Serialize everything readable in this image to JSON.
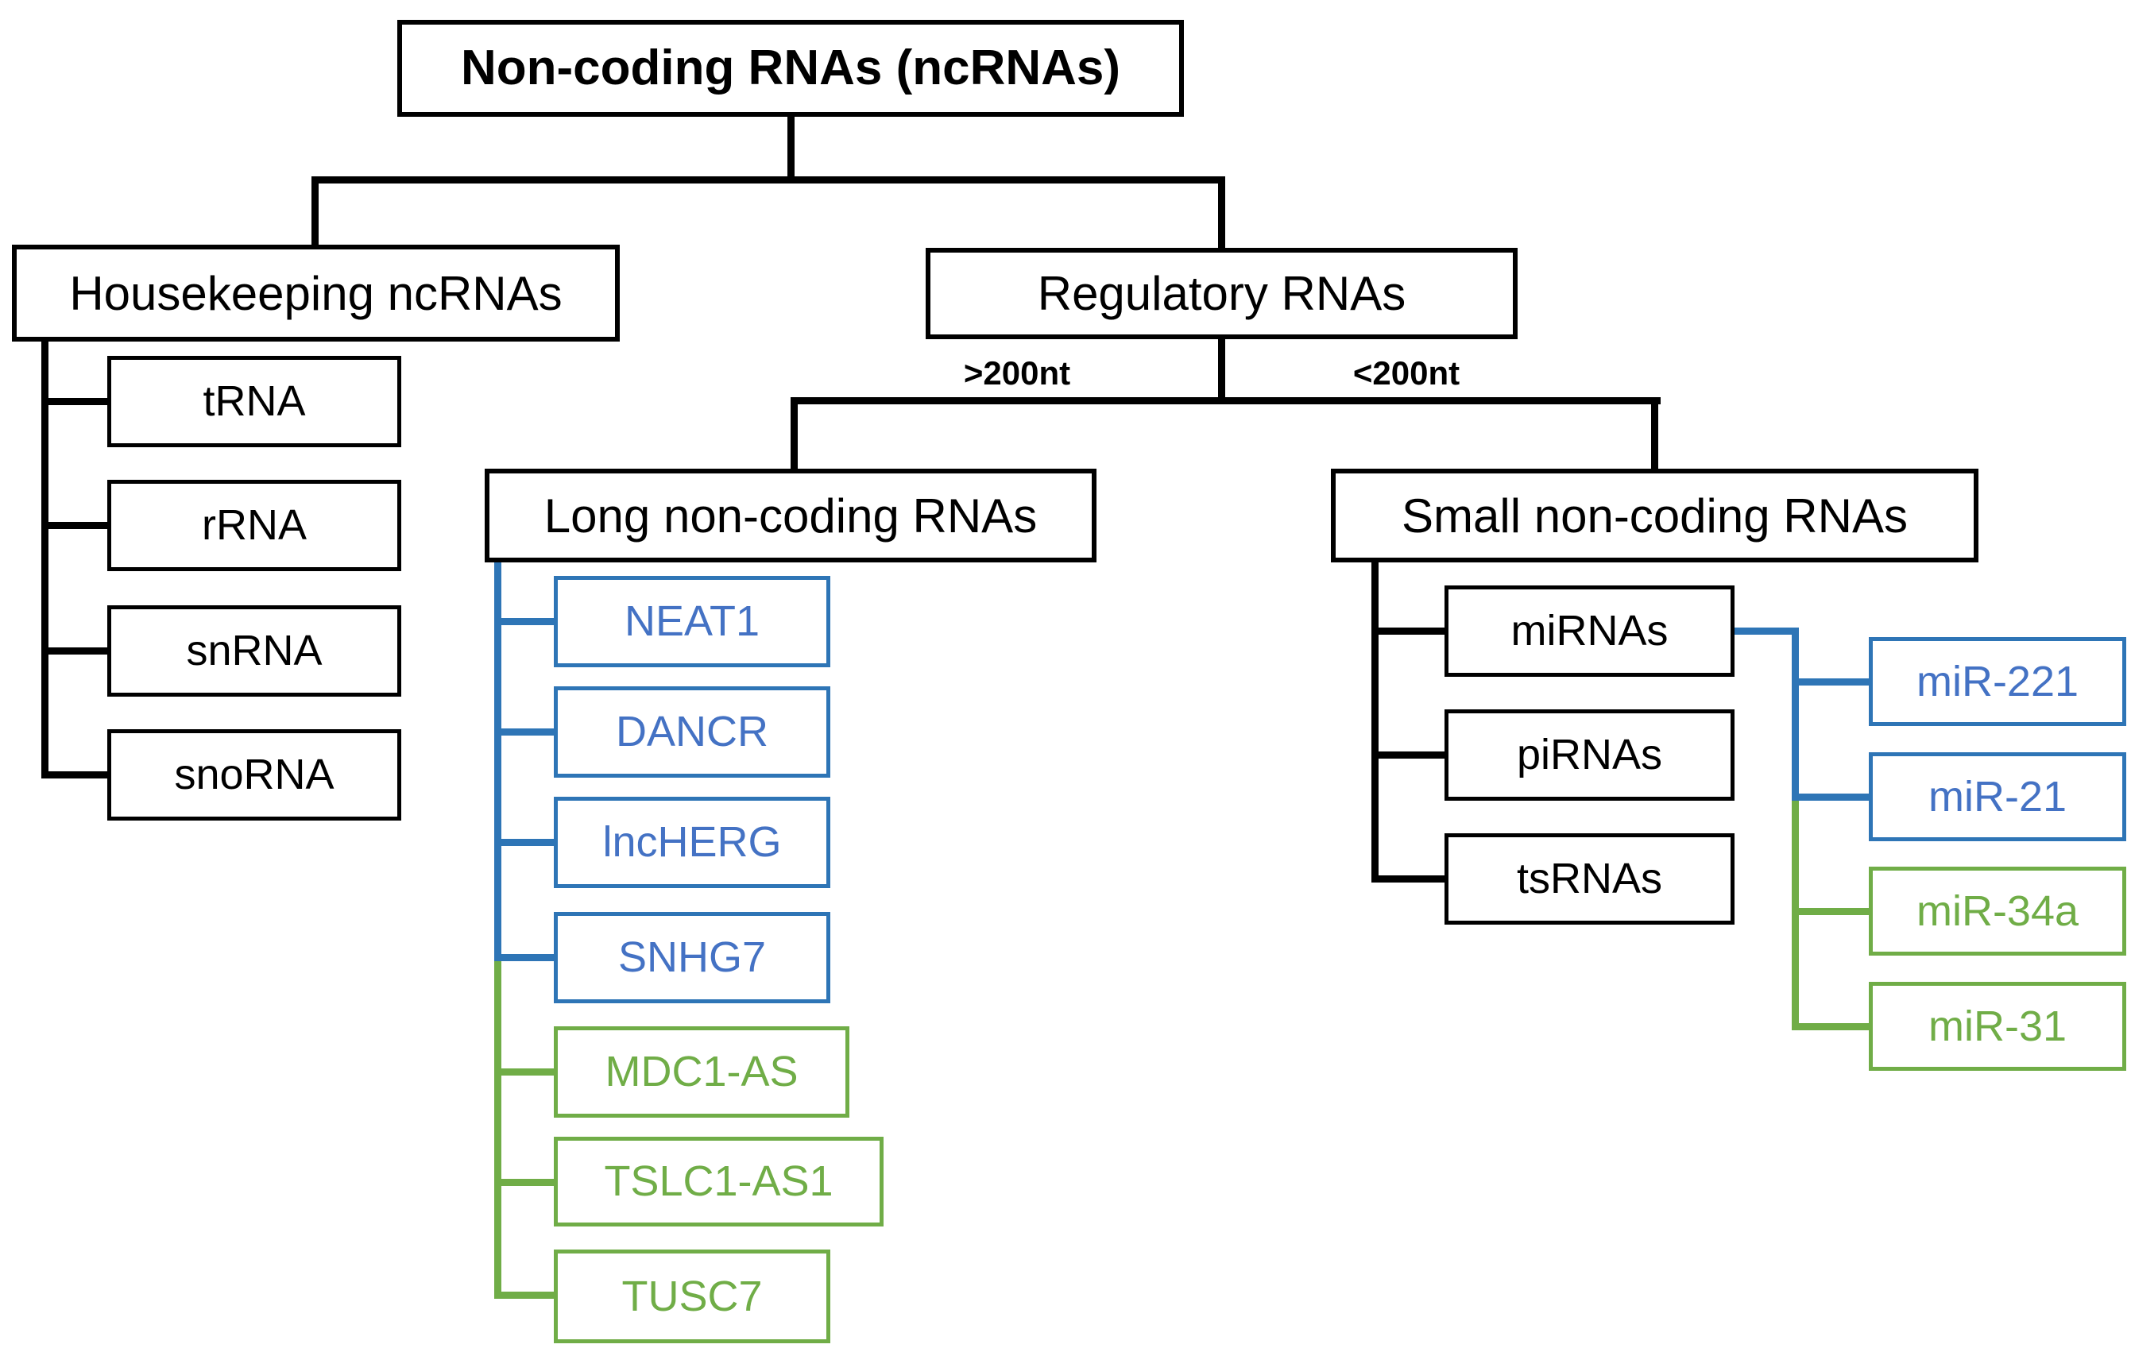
{
  "title": "Non-coding RNAs (ncRNAs)",
  "branch_labels": {
    "gt": ">200nt",
    "lt": "<200nt"
  },
  "housekeeping": {
    "label": "Housekeeping ncRNAs",
    "children": [
      "tRNA",
      "rRNA",
      "snRNA",
      "snoRNA"
    ]
  },
  "regulatory": {
    "label": "Regulatory RNAs"
  },
  "lncrna": {
    "label": "Long non-coding RNAs",
    "children_blue": [
      "NEAT1",
      "DANCR",
      "lncHERG",
      "SNHG7"
    ],
    "children_green": [
      "MDC1-AS",
      "TSLC1-AS1",
      "TUSC7"
    ]
  },
  "small_ncrna": {
    "label": "Small non-coding RNAs",
    "children": [
      "miRNAs",
      "piRNAs",
      "tsRNAs"
    ]
  },
  "mirna": {
    "children_blue": [
      "miR-221",
      "miR-21"
    ],
    "children_green": [
      "miR-34a",
      "miR-31"
    ]
  },
  "colors": {
    "black": "#000000",
    "blue_line": "#2E75B6",
    "blue_text": "#4472C4",
    "green": "#70AD47"
  }
}
